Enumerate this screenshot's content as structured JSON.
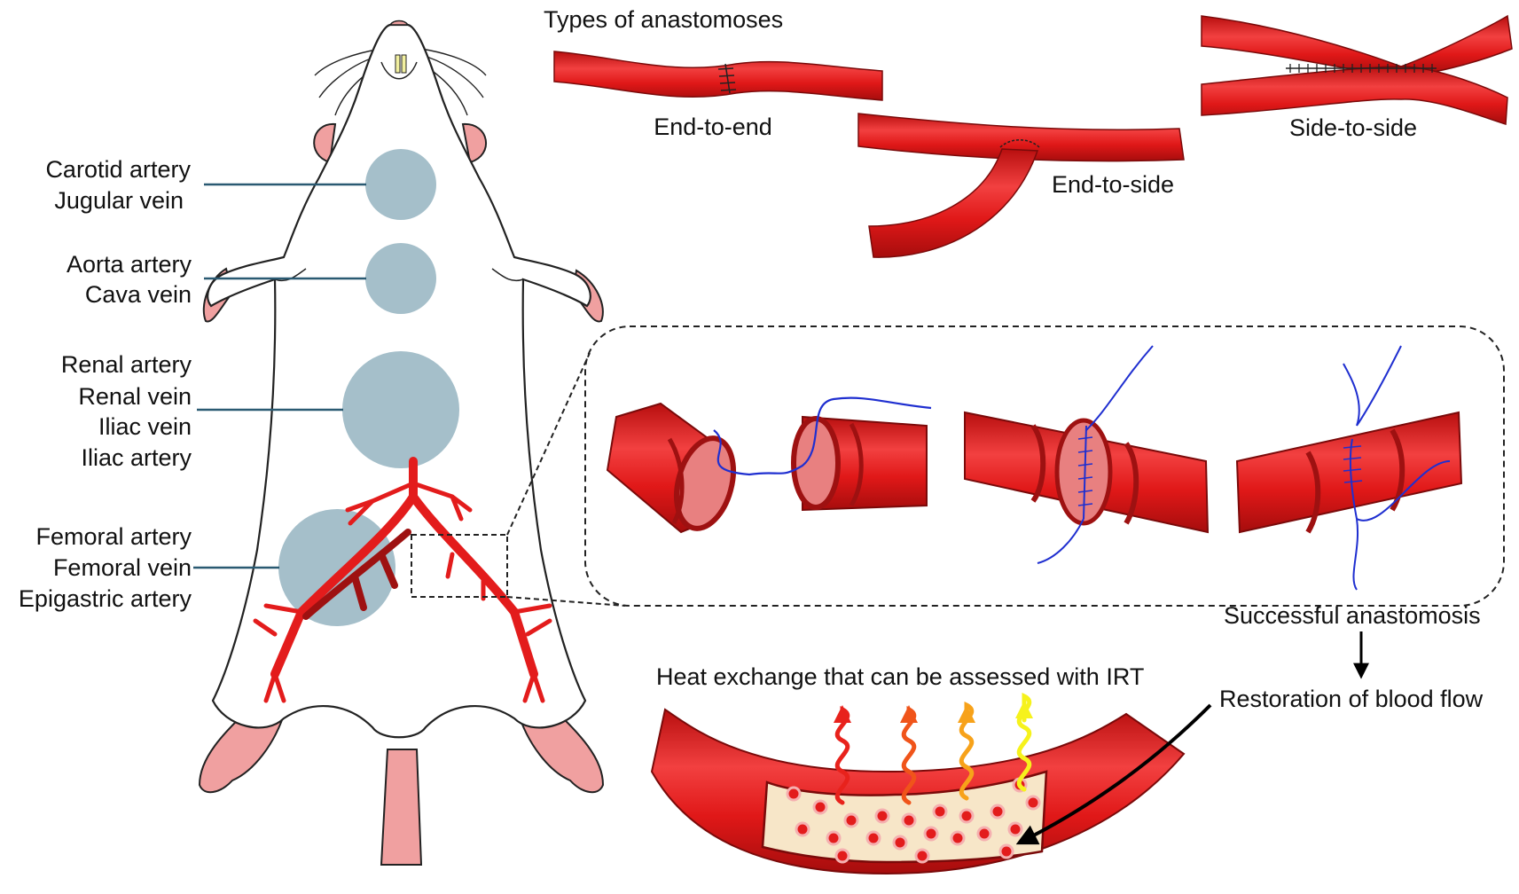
{
  "title": "Types of anastomoses",
  "anastomosis_types": {
    "end_to_end": "End-to-end",
    "end_to_side": "End-to-side",
    "side_to_side": "Side-to-side"
  },
  "body_sites": [
    {
      "lines": [
        "Carotid artery",
        "Jugular vein"
      ]
    },
    {
      "lines": [
        "Aorta artery",
        "Cava vein"
      ]
    },
    {
      "lines": [
        "Renal artery",
        "Renal vein",
        "Iliac vein",
        "Iliac artery"
      ]
    },
    {
      "lines": [
        "Femoral artery",
        "Femoral vein",
        "Epigastric artery"
      ]
    }
  ],
  "process": {
    "successful": "Successful anastomosis",
    "restoration": "Restoration of blood flow",
    "heat_exchange": "Heat exchange that can be assessed with IRT"
  },
  "colors": {
    "vessel": "#e31c1c",
    "vessel_dark": "#9e1111",
    "site_circle": "#a5bfca",
    "leader_line": "#2a5a72",
    "suture": "#1f2fd0",
    "skin_pink": "#f0a0a0",
    "lumen": "#f7e6c8",
    "wave_colors": [
      "#e8221c",
      "#f0541a",
      "#f7a21a",
      "#f6f21c"
    ]
  }
}
